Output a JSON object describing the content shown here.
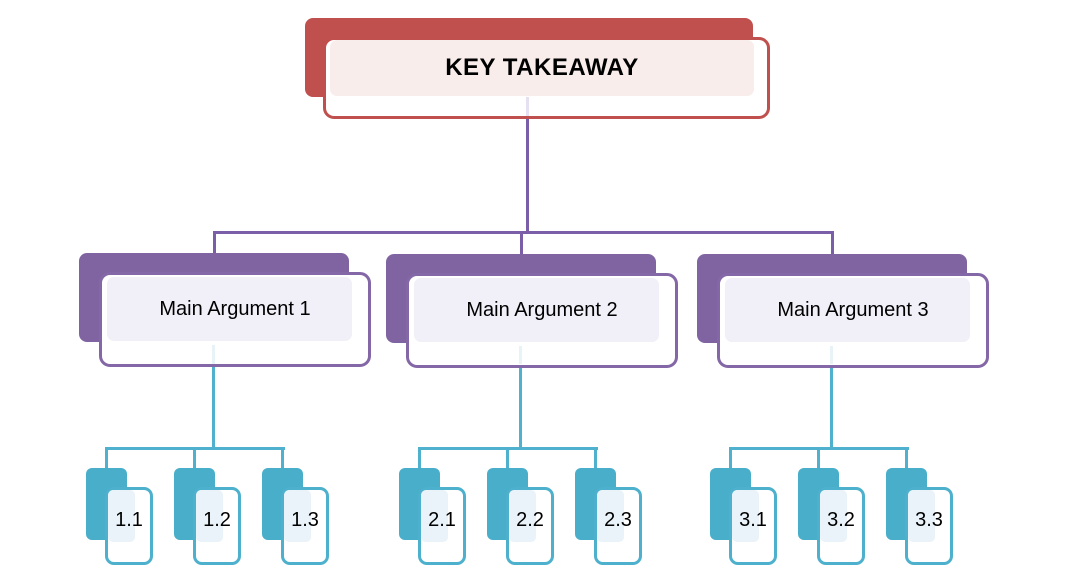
{
  "diagram": {
    "type": "hierarchy",
    "root": {
      "label": "KEY TAKEAWAY"
    },
    "branches": [
      {
        "label": "Main Argument 1",
        "children": [
          "1.1",
          "1.2",
          "1.3"
        ]
      },
      {
        "label": "Main Argument 2",
        "children": [
          "2.1",
          "2.2",
          "2.3"
        ]
      },
      {
        "label": "Main Argument 3",
        "children": [
          "3.1",
          "3.2",
          "3.3"
        ]
      }
    ],
    "colors": {
      "root_accent": "#c0504d",
      "root_tint": "#f8edeb",
      "branch_accent": "#8064a2",
      "branch_tint": "#f1eff7",
      "leaf_accent": "#49aeca",
      "leaf_tint": "#e9f3f9",
      "branch_connector": "#7a5ea7",
      "leaf_connector": "#4fb1cd",
      "background": "#ffffff",
      "text": "#000000"
    }
  }
}
